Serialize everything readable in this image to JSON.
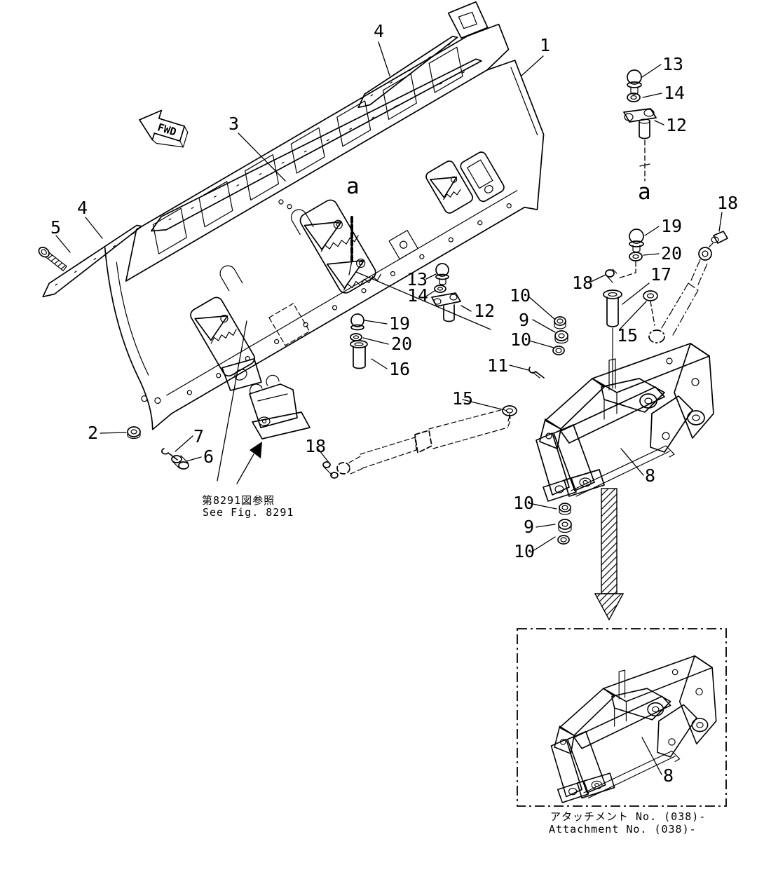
{
  "figure": {
    "fwd_label": "FWD",
    "see_fig_note": {
      "jp": "第8291図参照",
      "en": "See Fig. 8291"
    },
    "attachment_note": {
      "jp": "アタッチメント No. (038)-",
      "en": "Attachment No. (038)-"
    },
    "colors": {
      "ink": "#000000",
      "paper": "#ffffff"
    }
  },
  "callouts": [
    {
      "id": "end-bit-top",
      "text": "4"
    },
    {
      "id": "blade",
      "text": "1"
    },
    {
      "id": "bolt-right",
      "text": "13"
    },
    {
      "id": "washer-right",
      "text": "14"
    },
    {
      "id": "pin-plate-right",
      "text": "12"
    },
    {
      "id": "ref-a-right",
      "text": "a"
    },
    {
      "id": "cap-right",
      "text": "18"
    },
    {
      "id": "cutting-edge",
      "text": "3"
    },
    {
      "id": "bolt19-right",
      "text": "19"
    },
    {
      "id": "washer20-right",
      "text": "20"
    },
    {
      "id": "pin18-mid",
      "text": "18"
    },
    {
      "id": "pin17",
      "text": "17"
    },
    {
      "id": "washer15-right",
      "text": "15"
    },
    {
      "id": "bolt5",
      "text": "5"
    },
    {
      "id": "end-bit-left",
      "text": "4"
    },
    {
      "id": "ref-a-center",
      "text": "a"
    },
    {
      "id": "bolt-center",
      "text": "13"
    },
    {
      "id": "washer-center",
      "text": "14"
    },
    {
      "id": "pin-plate-center",
      "text": "12"
    },
    {
      "id": "bolt19-center",
      "text": "19"
    },
    {
      "id": "washer20-center",
      "text": "20"
    },
    {
      "id": "pin16",
      "text": "16"
    },
    {
      "id": "bushing10-a",
      "text": "10"
    },
    {
      "id": "bushing9-a",
      "text": "9"
    },
    {
      "id": "bushing10-b",
      "text": "10"
    },
    {
      "id": "cotter11",
      "text": "11"
    },
    {
      "id": "washer15-center",
      "text": "15"
    },
    {
      "id": "nut2",
      "text": "2"
    },
    {
      "id": "cotter7",
      "text": "7"
    },
    {
      "id": "bushing6",
      "text": "6"
    },
    {
      "id": "pin18-center",
      "text": "18"
    },
    {
      "id": "frame",
      "text": "8"
    },
    {
      "id": "bushing10-c",
      "text": "10"
    },
    {
      "id": "bushing9-b",
      "text": "9"
    },
    {
      "id": "bushing10-d",
      "text": "10"
    },
    {
      "id": "frame-detail",
      "text": "8"
    }
  ]
}
